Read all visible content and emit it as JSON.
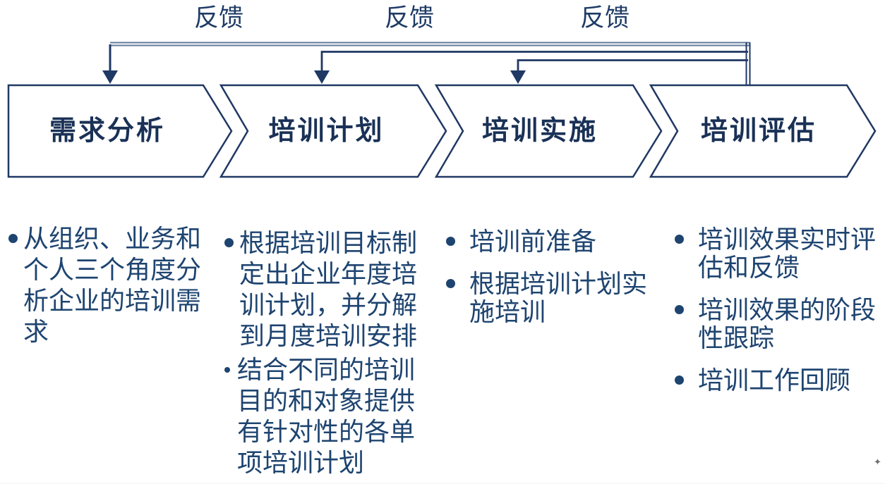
{
  "diagram": {
    "feedback_labels": [
      "反馈",
      "反馈",
      "反馈"
    ],
    "stages": [
      {
        "title": "需求分析",
        "bullets": [
          {
            "text": "从组织、业务和\n个人三个角度分\n析企业的培训需\n求"
          }
        ]
      },
      {
        "title": "培训计划",
        "bullets": [
          {
            "text": "根据培训目标制\n定出企业年度培\n训计划，并分解\n到月度培训安排"
          },
          {
            "text": "结合不同的培训\n目的和对象提供\n有针对性的各单\n项培训计划"
          }
        ]
      },
      {
        "title": "培训实施",
        "bullets": [
          {
            "text": "培训前准备"
          },
          {
            "text": "根据培训计划实\n施培训"
          }
        ]
      },
      {
        "title": "培训评估",
        "bullets": [
          {
            "text": "培训效果实时评\n估和反馈"
          },
          {
            "text": "培训效果的阶段\n性跟踪"
          },
          {
            "text": "培训工作回顾"
          }
        ]
      }
    ],
    "colors": {
      "shape_outline": "#1F3864",
      "shape_fill": "#FFFFFF",
      "title_text": "#1A3156",
      "body_text": "#1E4470",
      "feedback_label_text": "#1F3B66",
      "feedback_line_light": "#64799C",
      "corner_mark_gray": "#6D6D6D"
    },
    "corner_mark": "✦"
  }
}
